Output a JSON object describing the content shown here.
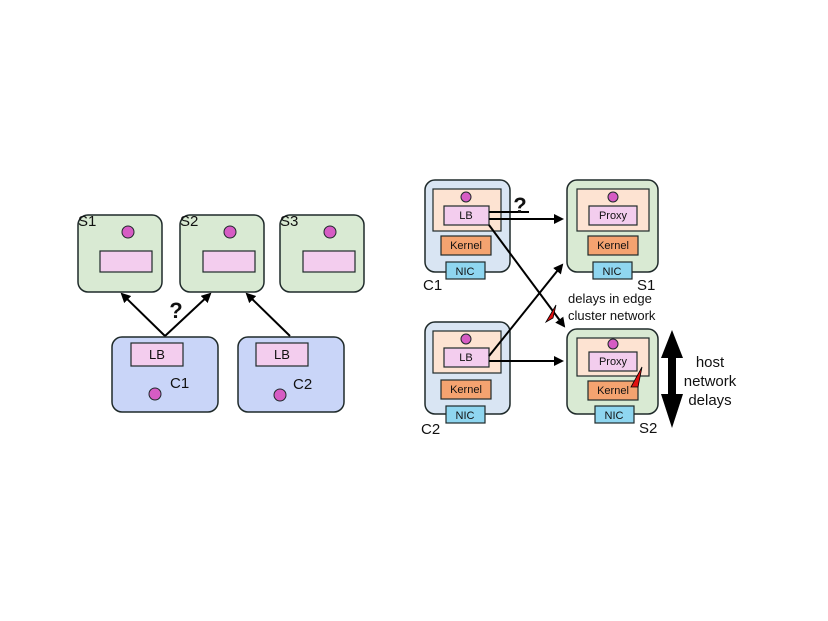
{
  "left": {
    "servers": [
      "S1",
      "S2",
      "S3"
    ],
    "clients": [
      {
        "name": "C1",
        "lb": "LB"
      },
      {
        "name": "C2",
        "lb": "LB"
      }
    ],
    "question": "?"
  },
  "right": {
    "clients": [
      {
        "name": "C1",
        "lb": "LB",
        "kernel": "Kernel",
        "nic": "NIC"
      },
      {
        "name": "C2",
        "lb": "LB",
        "kernel": "Kernel",
        "nic": "NIC"
      }
    ],
    "servers": [
      {
        "name": "S1",
        "proxy": "Proxy",
        "kernel": "Kernel",
        "nic": "NIC"
      },
      {
        "name": "S2",
        "proxy": "Proxy",
        "kernel": "Kernel",
        "nic": "NIC"
      }
    ],
    "question": "?",
    "edge_delay_label": [
      "delays in edge",
      "cluster network"
    ],
    "host_delay_label": [
      "host",
      "network",
      "delays"
    ]
  },
  "colors": {
    "server_fill": "#d9ead3",
    "client_left_fill": "#c9d5f8",
    "client_right_fill": "#d9e5f3",
    "lb_fill": "#f3cdee",
    "outer_fill": "#fde3d2",
    "kernel_fill": "#f4a370",
    "nic_fill": "#8fd6f0",
    "dot_fill": "#d65cc4",
    "delay_marker": "#e01010",
    "stroke": "#1f2a2a"
  }
}
